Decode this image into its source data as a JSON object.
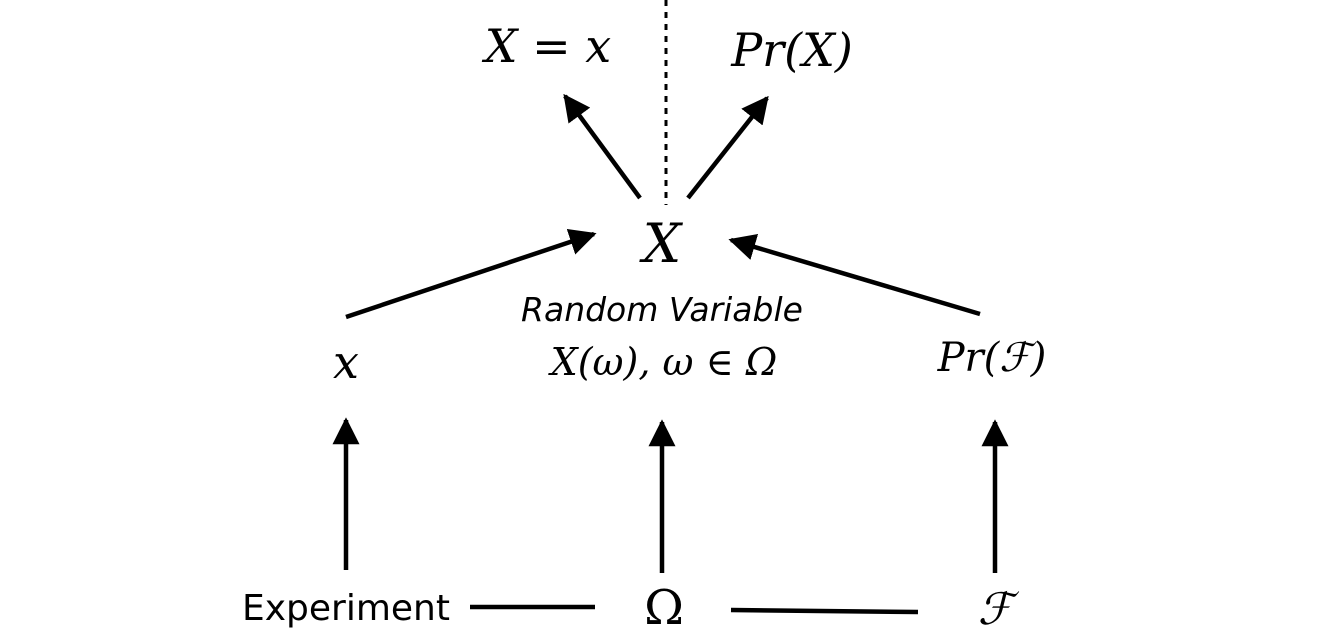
{
  "nodes": {
    "x_equals": "X = x",
    "pr_x": "Pr(X)",
    "random_var": "X",
    "random_var_caption": "Random Variable",
    "random_var_def": "X(ω), ω ∈ Ω",
    "outcome": "x",
    "pr_field": "Pr(ℱ)",
    "experiment": "Experiment",
    "sample_space": "Ω",
    "field": "ℱ"
  }
}
